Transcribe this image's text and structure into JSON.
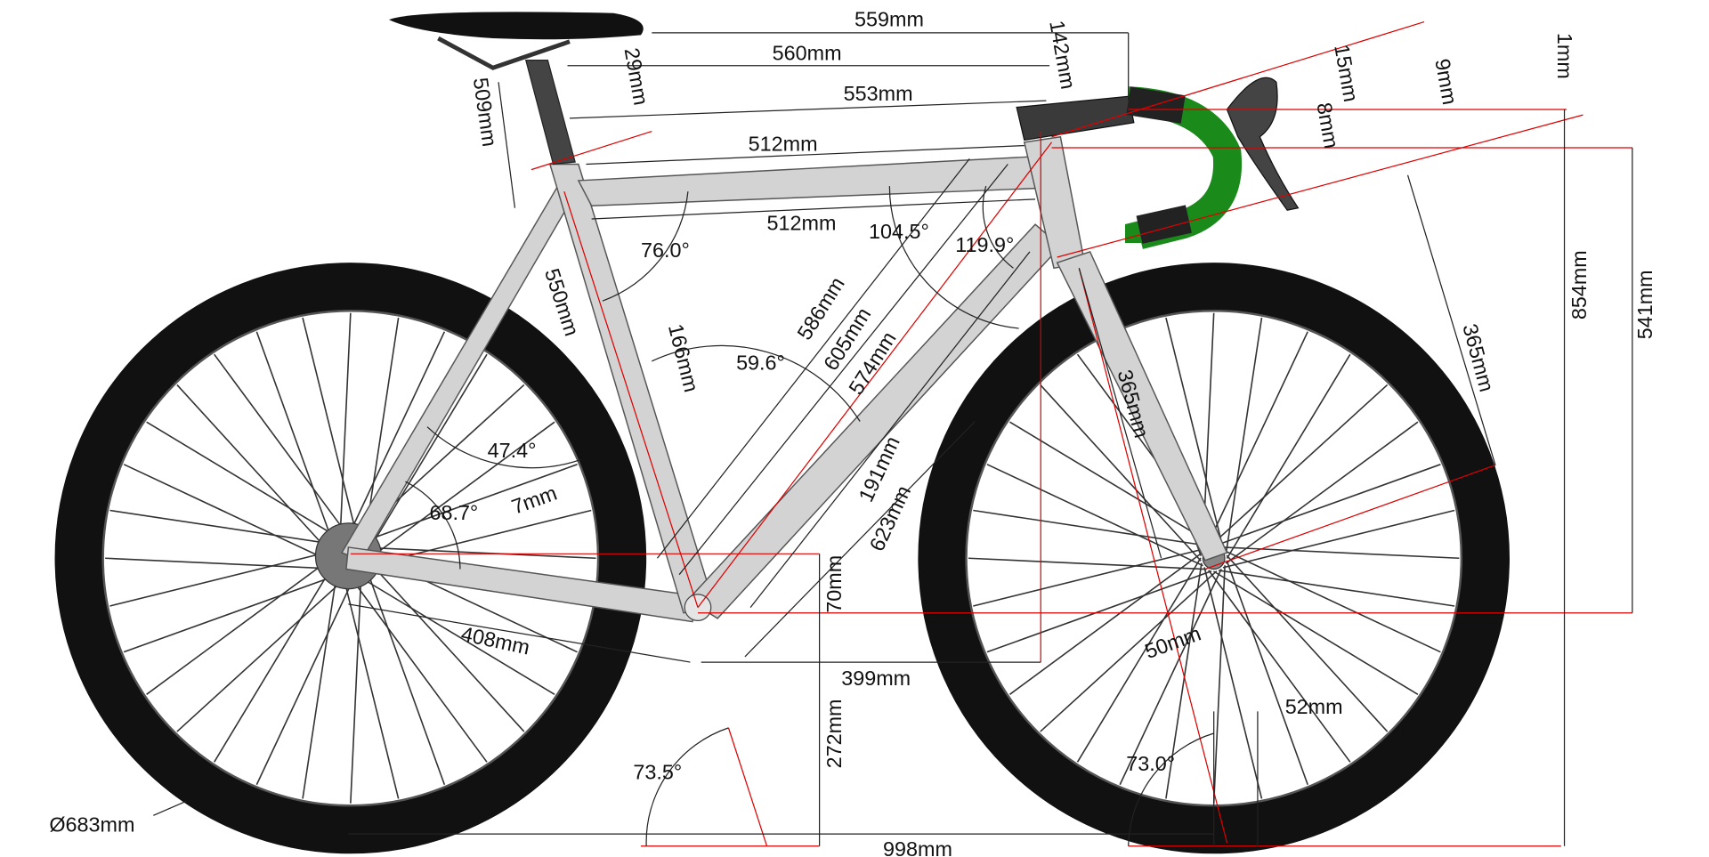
{
  "diagram": {
    "title": "Bicycle frame geometry",
    "accent_color": "#d00000",
    "tape_color": "#1a8a1a",
    "frame_color": "#d3d3d3",
    "labels": {
      "saddle_setback": "559mm",
      "reach_saddle": "560mm",
      "stem_length": "142mm",
      "seat_offset": "29mm",
      "effective_tt": "553mm",
      "saddle_height": "509mm",
      "top_tube_upper": "512mm",
      "top_tube_lower": "512mm",
      "seat_angle_top": "76.0°",
      "head_angle_inner": "104.5°",
      "head_tube_angle": "119.9°",
      "seat_tube": "550mm",
      "dt1": "586mm",
      "dt2": "605mm",
      "dt3": "574mm",
      "st_offset": "166mm",
      "dt_angle": "59.6°",
      "ss_angle": "47.4°",
      "cs_angle": "68.7°",
      "drop_7": "7mm",
      "bottle": "191mm",
      "front_center": "623mm",
      "bb_drop": "70mm",
      "chainstay": "408mm",
      "bb_to_head": "399mm",
      "bb_height": "272mm",
      "seat_angle": "73.5°",
      "wheelbase": "998mm",
      "wheel_diameter": "Ø683mm",
      "fork_offset": "50mm",
      "trail": "52mm",
      "head_angle": "73.0°",
      "fork_length": "365mm",
      "fork_length2": "365mm",
      "stack_total": "854mm",
      "stack": "541mm",
      "bar_15": "15mm",
      "bar_9": "9mm",
      "bar_8": "8mm",
      "bar_1": "1mm"
    }
  }
}
